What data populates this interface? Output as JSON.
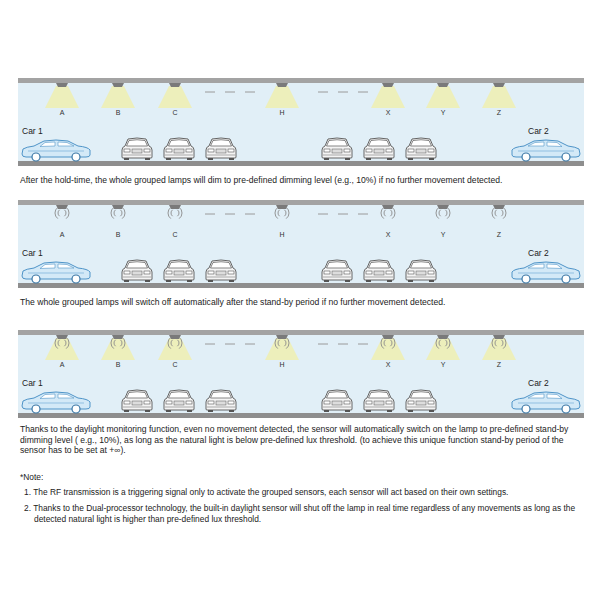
{
  "diagram": {
    "labels": [
      "A",
      "B",
      "C",
      "H",
      "X",
      "Y",
      "Z",
      "Car 1",
      "Car 2",
      "After the hold-time, the whole grouped lamps will dim to pre-defined dimming level (e.g., 10%) if no further movement detected.",
      "A",
      "B",
      "C",
      "H",
      "X",
      "Y",
      "Z",
      "Car 1",
      "Car 2",
      "The whole grouped lamps will switch off automatically after the stand-by period if no further movement detected.",
      "A",
      "B",
      "C",
      "H",
      "X",
      "Y",
      "Z",
      "Car 1",
      "Car 2",
      "Thanks to the daylight monitoring function, even no movement detected, the sensor will automatically switch on the lamp to pre-defined stand-by dimming level ( e.g., 10%), as long as the natural light is below pre-defined lux threshold. (to achieve this unique function stand-by period of the sensor has to be set at +∞).",
      "*Note:",
      "1. The RF transmission is a triggering signal only to activate the grouped sensors, each sensor will act based on their own settings.",
      "2. Thanks to the Dual-processor technology, the built-in daylight sensor will shut off the lamp in real time regardless of any movements as long as the detected natural light is higher than pre-defined lux threshold."
    ]
  }
}
